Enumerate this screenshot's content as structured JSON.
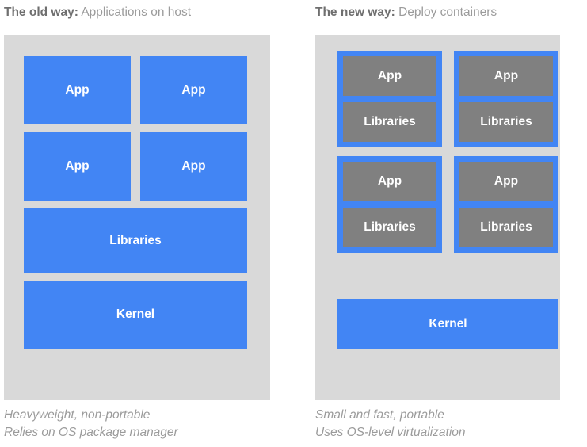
{
  "colors": {
    "blue": "#4285f4",
    "panel_gray": "#d9d9d9",
    "box_gray": "#808080",
    "heading_strong": "#6f6f6f",
    "heading_light": "#9b9b9b",
    "caption": "#9b9b9b",
    "box_text": "#ffffff",
    "background": "#ffffff"
  },
  "old_way": {
    "heading_strong": "The old way:",
    "heading_rest": "Applications on host",
    "blocks": [
      {
        "label": "App",
        "kind": "app"
      },
      {
        "label": "App",
        "kind": "app"
      },
      {
        "label": "App",
        "kind": "app"
      },
      {
        "label": "App",
        "kind": "app"
      },
      {
        "label": "Libraries",
        "kind": "libraries"
      },
      {
        "label": "Kernel",
        "kind": "kernel"
      }
    ],
    "caption_line1": "Heavyweight, non-portable",
    "caption_line2": "Relies on OS package manager"
  },
  "new_way": {
    "heading_strong": "The new way:",
    "heading_rest": "Deploy containers",
    "containers": [
      {
        "app_label": "App",
        "libs_label": "Libraries"
      },
      {
        "app_label": "App",
        "libs_label": "Libraries"
      },
      {
        "app_label": "App",
        "libs_label": "Libraries"
      },
      {
        "app_label": "App",
        "libs_label": "Libraries"
      }
    ],
    "kernel_label": "Kernel",
    "caption_line1": "Small and fast, portable",
    "caption_line2": "Uses OS-level virtualization"
  }
}
